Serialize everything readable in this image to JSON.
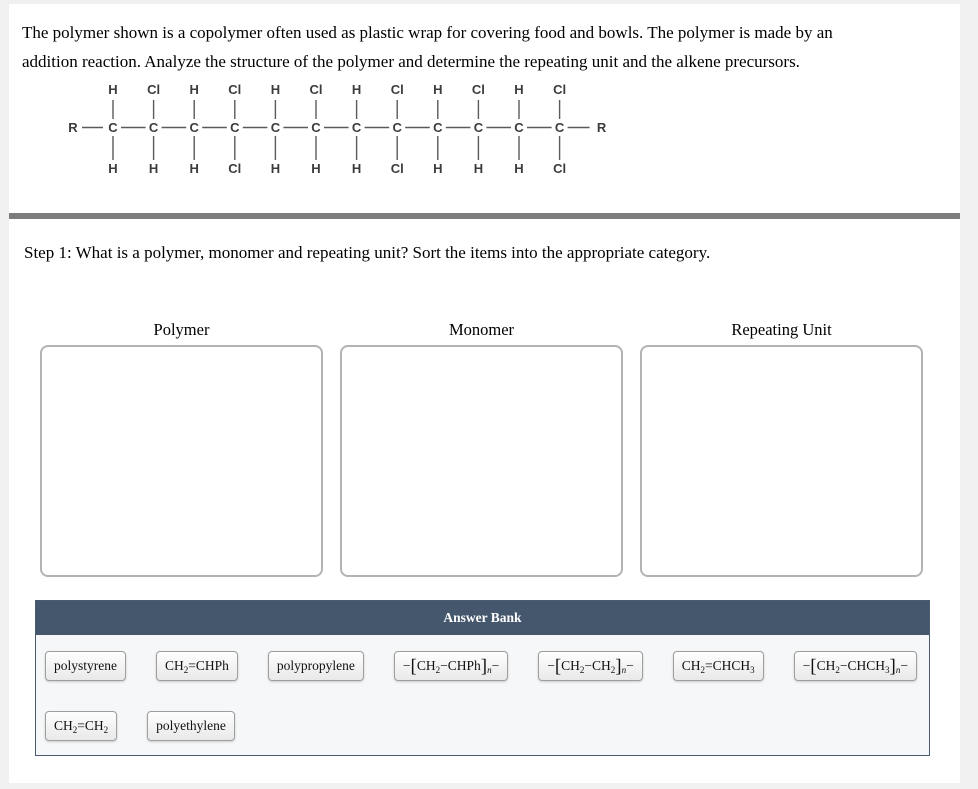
{
  "question": {
    "line1": "The polymer shown is a copolymer often used as plastic wrap for covering food and bowls. The polymer is made by an",
    "line2": "addition reaction. Analyze the structure of the polymer and determine the repeating unit and the alkene precursors."
  },
  "structure": {
    "left_end": "R",
    "right_end": "R",
    "backbone_atom": "C",
    "top_substituents": [
      "H",
      "Cl",
      "H",
      "Cl",
      "H",
      "Cl",
      "H",
      "Cl",
      "H",
      "Cl",
      "H",
      "Cl"
    ],
    "bottom_substituents": [
      "H",
      "H",
      "H",
      "Cl",
      "H",
      "H",
      "H",
      "Cl",
      "H",
      "H",
      "H",
      "Cl"
    ]
  },
  "step": {
    "title": "Step 1: What is a polymer, monomer and repeating unit? Sort the items into the appropriate category."
  },
  "categories": [
    {
      "id": "polymer",
      "label": "Polymer"
    },
    {
      "id": "monomer",
      "label": "Monomer"
    },
    {
      "id": "repeating-unit",
      "label": "Repeating Unit"
    }
  ],
  "answer_bank": {
    "title": "Answer Bank",
    "items": [
      {
        "id": "polystyrene",
        "tokens": [
          {
            "t": "polystyrene"
          }
        ]
      },
      {
        "id": "ch2-eq-chph",
        "tokens": [
          {
            "t": "CH"
          },
          {
            "t": "2",
            "s": "sub"
          },
          {
            "t": "=CHPh"
          }
        ]
      },
      {
        "id": "polypropylene",
        "tokens": [
          {
            "t": "polypropylene"
          }
        ]
      },
      {
        "id": "rep-ch2-chph",
        "tokens": [
          {
            "t": "−"
          },
          {
            "t": "[",
            "s": "br"
          },
          {
            "t": "CH"
          },
          {
            "t": "2",
            "s": "sub"
          },
          {
            "t": "−CHPh"
          },
          {
            "t": "]",
            "s": "br"
          },
          {
            "t": "n",
            "s": "subn"
          },
          {
            "t": "−"
          }
        ]
      },
      {
        "id": "rep-ch2-ch2",
        "tokens": [
          {
            "t": "−"
          },
          {
            "t": "[",
            "s": "br"
          },
          {
            "t": "CH"
          },
          {
            "t": "2",
            "s": "sub"
          },
          {
            "t": "−CH"
          },
          {
            "t": "2",
            "s": "sub"
          },
          {
            "t": "]",
            "s": "br"
          },
          {
            "t": "n",
            "s": "subn"
          },
          {
            "t": "−"
          }
        ]
      },
      {
        "id": "ch2-eq-chch3",
        "tokens": [
          {
            "t": "CH"
          },
          {
            "t": "2",
            "s": "sub"
          },
          {
            "t": "=CHCH"
          },
          {
            "t": "3",
            "s": "sub"
          }
        ]
      },
      {
        "id": "rep-ch2-chch3",
        "tokens": [
          {
            "t": "−"
          },
          {
            "t": "[",
            "s": "br"
          },
          {
            "t": "CH"
          },
          {
            "t": "2",
            "s": "sub"
          },
          {
            "t": "−CHCH"
          },
          {
            "t": "3",
            "s": "sub"
          },
          {
            "t": "]",
            "s": "br"
          },
          {
            "t": "n",
            "s": "subn"
          },
          {
            "t": "−"
          }
        ]
      },
      {
        "id": "ch2-eq-ch2",
        "tokens": [
          {
            "t": "CH"
          },
          {
            "t": "2",
            "s": "sub"
          },
          {
            "t": "=CH"
          },
          {
            "t": "2",
            "s": "sub"
          }
        ]
      },
      {
        "id": "polyethylene",
        "tokens": [
          {
            "t": "polyethylene"
          }
        ]
      }
    ]
  },
  "colors": {
    "bank_header": "#45576c",
    "bank_border": "#4a5b70",
    "divider": "#7d7d7d",
    "page_bg": "#f0f0f1",
    "chip_border": "#9e9e9e",
    "box_border": "#b3b3b3"
  }
}
